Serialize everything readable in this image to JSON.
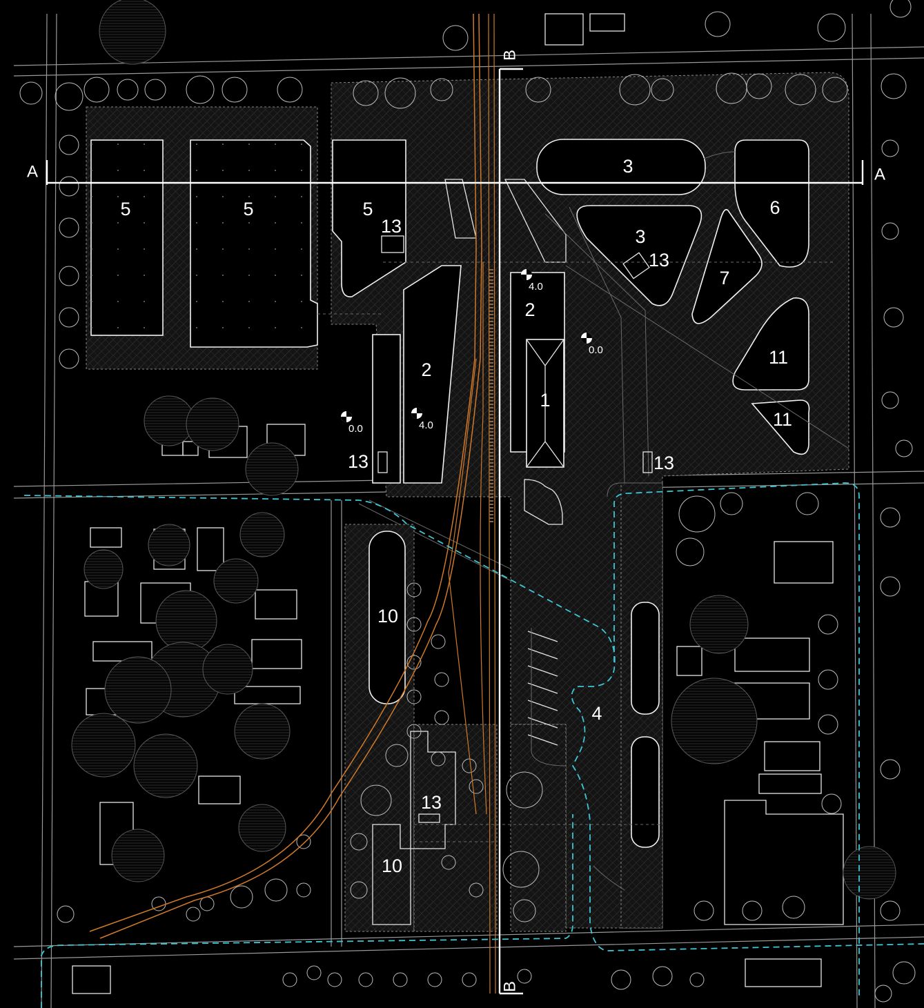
{
  "labels": [
    {
      "id": "zone-1",
      "text": "1"
    },
    {
      "id": "zone-2-east",
      "text": "2"
    },
    {
      "id": "zone-2-west",
      "text": "2"
    },
    {
      "id": "zone-3-north",
      "text": "3"
    },
    {
      "id": "zone-3-south",
      "text": "3"
    },
    {
      "id": "zone-4",
      "text": "4"
    },
    {
      "id": "zone-5-west",
      "text": "5"
    },
    {
      "id": "zone-5-mid",
      "text": "5"
    },
    {
      "id": "zone-5-east",
      "text": "5"
    },
    {
      "id": "zone-6",
      "text": "6"
    },
    {
      "id": "zone-7",
      "text": "7"
    },
    {
      "id": "zone-10-north",
      "text": "10"
    },
    {
      "id": "zone-10-south",
      "text": "10"
    },
    {
      "id": "zone-11-north",
      "text": "11"
    },
    {
      "id": "zone-11-south",
      "text": "11"
    },
    {
      "id": "zone-13-a",
      "text": "13"
    },
    {
      "id": "zone-13-b",
      "text": "13"
    },
    {
      "id": "zone-13-c",
      "text": "13"
    },
    {
      "id": "zone-13-d",
      "text": "13"
    },
    {
      "id": "zone-13-e",
      "text": "13"
    }
  ],
  "elevations": [
    {
      "id": "elev-ne",
      "text": "4.0"
    },
    {
      "id": "elev-e",
      "text": "0.0"
    },
    {
      "id": "elev-w",
      "text": "0.0"
    },
    {
      "id": "elev-mid",
      "text": "4.0"
    }
  ],
  "sections": {
    "a_left": "A",
    "a_right": "A",
    "b_top": "B",
    "b_bottom": "B"
  },
  "colors": {
    "background": "#000000",
    "linework": "#ffffff",
    "rail": "#d07a2a",
    "cycle_path": "#3ec6d6"
  }
}
